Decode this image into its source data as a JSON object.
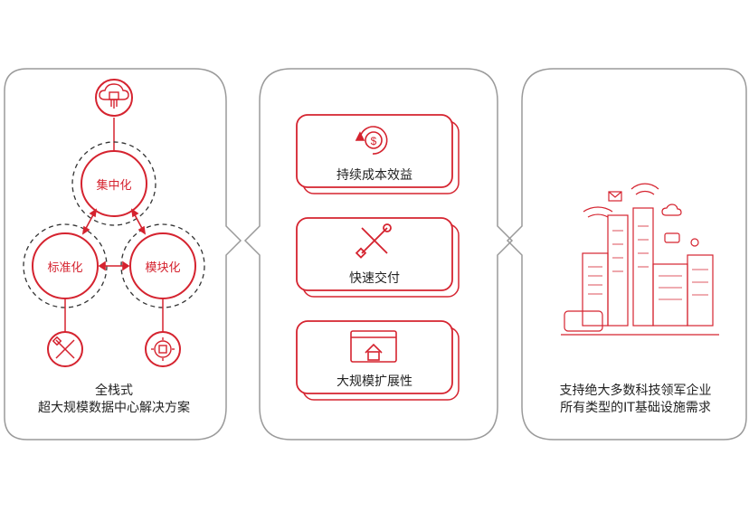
{
  "colors": {
    "accent": "#d5232f",
    "border": "#9a9a9a",
    "dashed": "#333333"
  },
  "panel1": {
    "nodes": {
      "center": "集中化",
      "left": "标准化",
      "right": "模块化"
    },
    "caption_line1": "全栈式",
    "caption_line2": "超大规模数据中心解决方案",
    "icons": [
      "cloud-chip-icon",
      "tools-icon",
      "chip-icon"
    ]
  },
  "panel2": {
    "cards": [
      {
        "label": "持续成本效益",
        "icon": "dollar-cycle-icon"
      },
      {
        "label": "快速交付",
        "icon": "wrench-screwdriver-icon"
      },
      {
        "label": "大规模扩展性",
        "icon": "browser-home-icon"
      }
    ]
  },
  "panel3": {
    "caption_line1": "支持绝大多数科技领军企业",
    "caption_line2": "所有类型的IT基础设施需求",
    "icon": "smart-city-icon"
  }
}
